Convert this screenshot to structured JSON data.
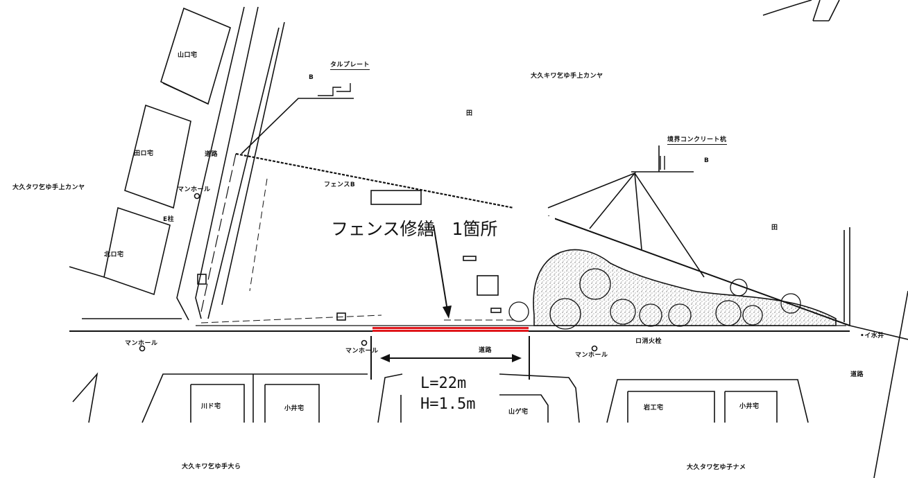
{
  "callout": {
    "title": "フェンス修繕　1箇所",
    "length": "L=22m",
    "height": "H=1.5m"
  },
  "labels": {
    "house_yamaguchi": "山口宅",
    "house_2": "田ロ宅",
    "house_3": "北ロ宅",
    "district_left": "大久タワ乞ゆ手上カンヤ",
    "district_top": "大久キワ乞ゆ手上カンヤ",
    "district_bottom_left": "大久キワ乞ゆ手大ら",
    "district_bottom_right": "大久タワ乞ゆ子ナメ",
    "road_left": "道路",
    "road_mid": "道路",
    "road_right": "道路",
    "manhole_left_upper": "マンホール",
    "manhole_left": "マンホール",
    "manhole_mid": "マンホール",
    "manhole_right": "マンホール",
    "pole": "E柱",
    "name_plate": "タルプレート",
    "fence_b": "フェンスB",
    "boundary_marker": "境界コンクリート杭",
    "mark_b_top": "B",
    "mark_b_right": "B",
    "field_top": "田",
    "field_right": "田",
    "water_hydrant": "ロ消火栓",
    "water_pipe": "•イ水井",
    "house_b1": "川ド宅",
    "house_b2": "小井宅",
    "house_b3": "山ゲ宅",
    "house_b4": "岩工宅",
    "house_b5": "小井宅"
  },
  "colors": {
    "repair": "#e0161b",
    "line": "#111111"
  }
}
